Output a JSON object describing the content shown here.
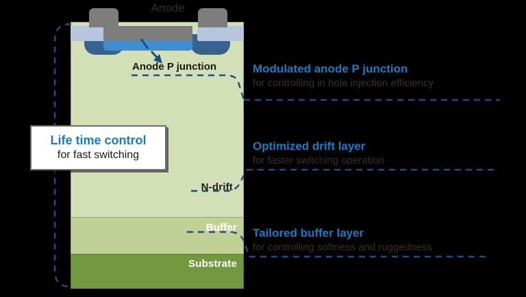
{
  "diagram": {
    "title": "Anode",
    "device": {
      "layers": [
        {
          "id": "ndrift",
          "label": "N-drift",
          "color": "#d2dfb7"
        },
        {
          "id": "buffer",
          "label": "Buffer",
          "color": "#c1d195"
        },
        {
          "id": "substrate",
          "label": "Substrate",
          "color": "#729840"
        }
      ],
      "electrode": {
        "metal_color": "#7d7d7d",
        "oxide_color": "#b6c6de",
        "pwell_color": "#37618f",
        "player_color": "#3f8ed0"
      },
      "inner_label": "Anode P junction"
    },
    "callout": {
      "head": "Life time control",
      "sub": "for fast switching"
    },
    "annotations": [
      {
        "head": "Modulated anode P junction",
        "sub": "for controlling in hole injection efficiency"
      },
      {
        "head": "Optimized drift layer",
        "sub": "for faster switching operation"
      },
      {
        "head": "Tailored buffer layer",
        "sub": "for controlling softness and ruggedness"
      }
    ],
    "colors": {
      "accent_blue": "#1a7bc4",
      "dash_blue": "#1b4f86",
      "text_dark": "#1d1814",
      "background": "#000000"
    }
  }
}
